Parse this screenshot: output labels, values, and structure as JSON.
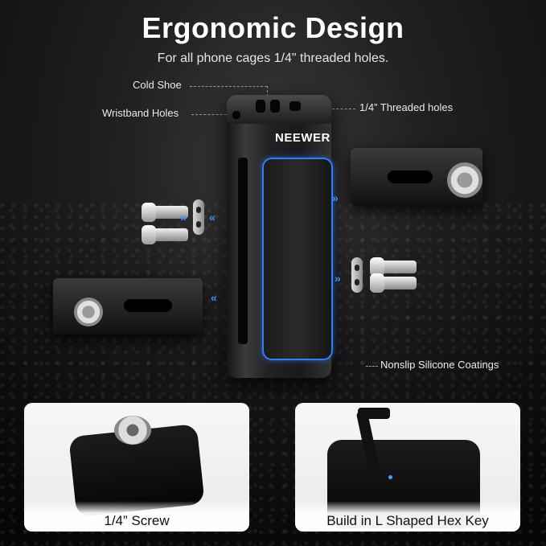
{
  "header": {
    "title": "Ergonomic Design",
    "subtitle": "For all phone cages 1/4\" threaded holes."
  },
  "product": {
    "brand": "NEEWER"
  },
  "callouts": {
    "cold_shoe": "Cold Shoe",
    "wristband_holes": "Wristband Holes",
    "threaded_holes": "1/4” Threaded holes",
    "silicone": "Nonslip Silicone Coatings"
  },
  "panels": {
    "left_caption": "1/4” Screw",
    "right_caption": "Build in L Shaped Hex Key"
  },
  "colors": {
    "accent": "#2f7dff",
    "background": "#1a1a1a",
    "text": "#ffffff"
  }
}
